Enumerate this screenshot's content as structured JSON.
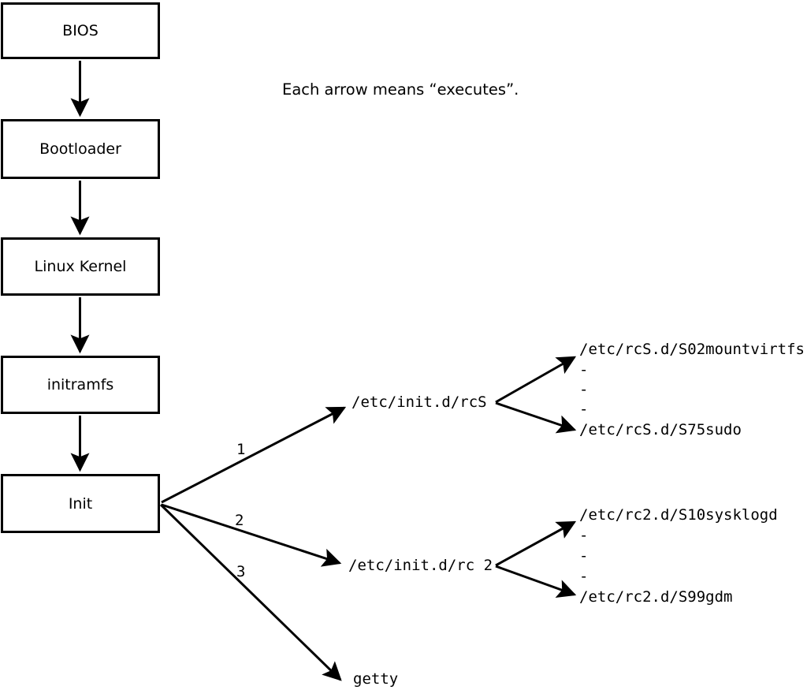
{
  "diagram": {
    "note": "Each arrow means “executes”.",
    "boxes": {
      "bios": "BIOS",
      "bootloader": "Bootloader",
      "kernel": "Linux Kernel",
      "initramfs": "initramfs",
      "init": "Init"
    },
    "branches": {
      "b1": {
        "num": "1",
        "label": "/etc/init.d/rcS",
        "children": [
          "/etc/rcS.d/S02mountvirtfs",
          "-",
          "-",
          "-",
          "/etc/rcS.d/S75sudo"
        ]
      },
      "b2": {
        "num": "2",
        "label": "/etc/init.d/rc 2",
        "children": [
          "/etc/rc2.d/S10sysklogd",
          "-",
          "-",
          "-",
          "/etc/rc2.d/S99gdm"
        ]
      },
      "b3": {
        "num": "3",
        "label": "getty"
      }
    }
  }
}
